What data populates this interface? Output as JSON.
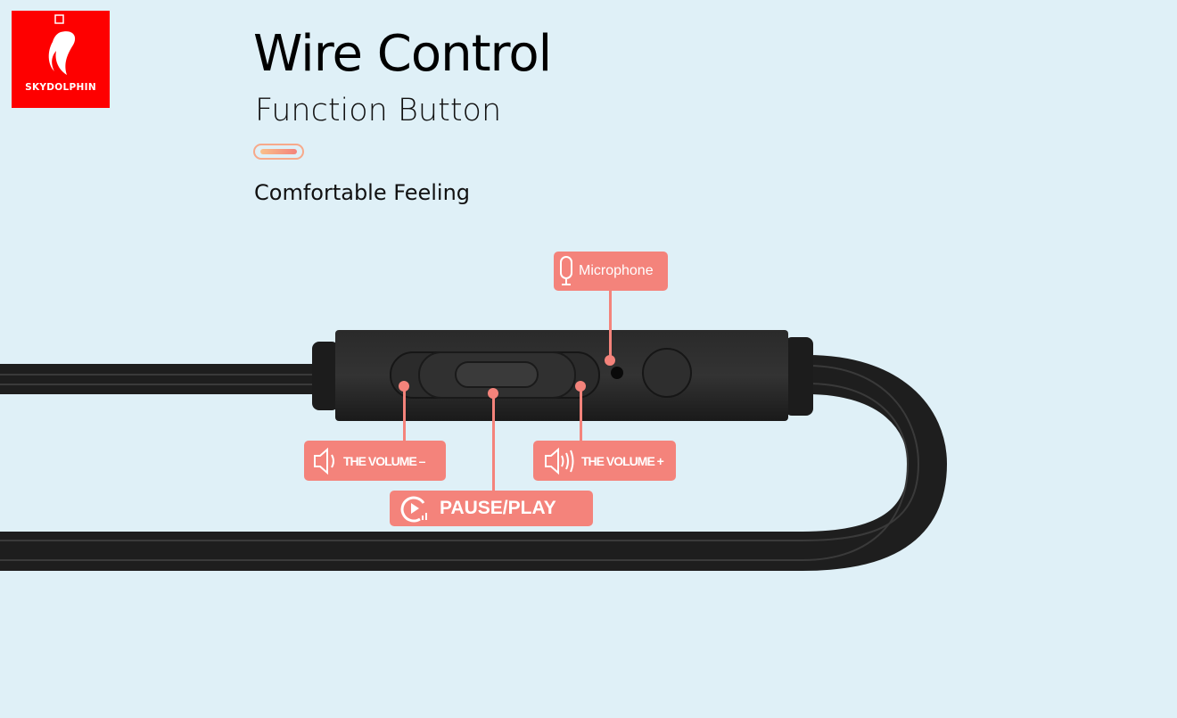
{
  "brand": {
    "name": "SKYDOLPHIN",
    "color": "#fe0000"
  },
  "header": {
    "title": "Wire Control",
    "subtitle": "Function Button",
    "tagline": "Comfortable Feeling"
  },
  "callouts": {
    "microphone": {
      "label": "Microphone",
      "icon": "microphone-icon"
    },
    "volume_down": {
      "label": "THE VOLUME –",
      "icon": "speaker-low-icon"
    },
    "volume_up": {
      "label": "THE VOLUME +",
      "icon": "speaker-high-icon"
    },
    "pause_play": {
      "label": "PAUSE/PLAY",
      "icon": "play-circle-icon"
    }
  },
  "colors": {
    "background": "#dff0f7",
    "accent": "#f4837b",
    "cable": "#1f1f1f"
  }
}
